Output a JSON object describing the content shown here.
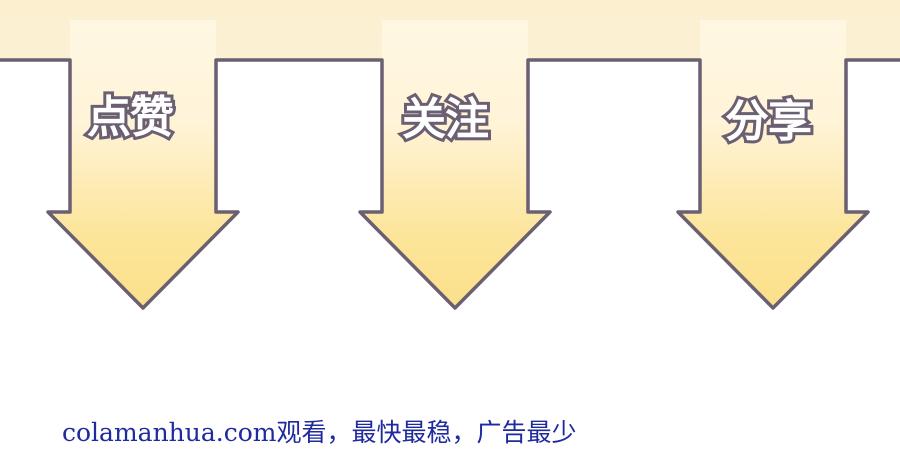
{
  "actions": {
    "like": "点赞",
    "follow": "关注",
    "share": "分享"
  },
  "footer": {
    "text": "colamanhua.com观看，最快最稳，广告最少"
  },
  "colors": {
    "banner_top": "#fdf5d8",
    "arrow_fill_top": "#fff8e6",
    "arrow_fill_bottom": "#fbe28b",
    "outline": "#6b5f72",
    "footer_text": "#1f2a9e"
  }
}
